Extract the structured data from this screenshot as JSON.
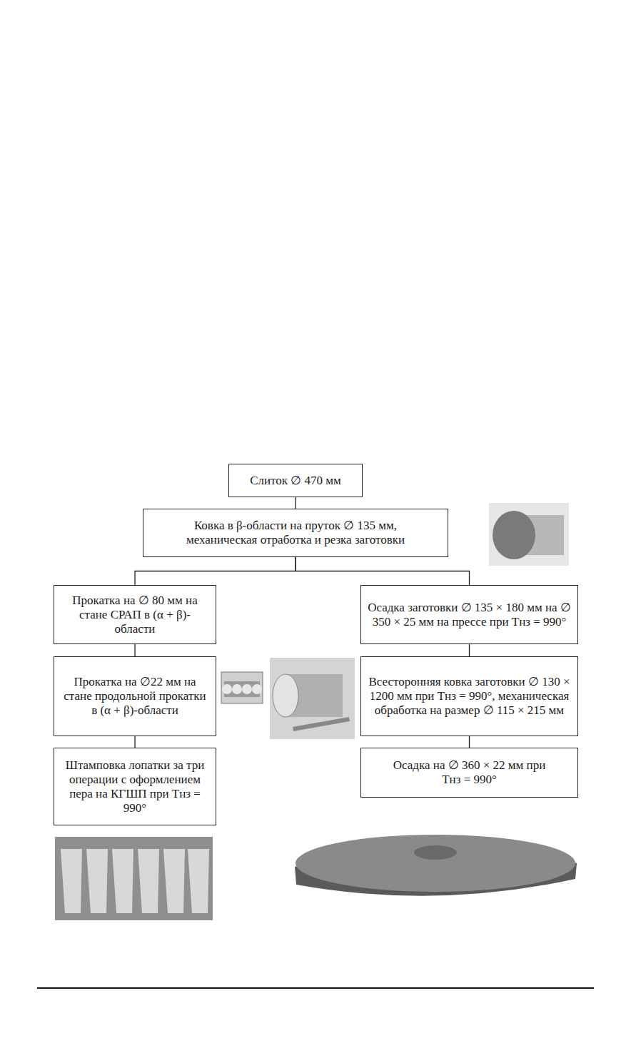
{
  "diagram": {
    "nodes": [
      {
        "text": [
          "Слиток ∅ 470 мм"
        ]
      },
      {
        "text": [
          "Ковка в β-области на пруток ∅ 135 мм, механическая отработка и резка заготовки"
        ]
      },
      {
        "text": [
          "Прокатка на ∅ 80 мм на стане СРАП в (α + β)-области"
        ]
      },
      {
        "text": [
          "Прокатка на ∅22 мм на стане продольной прокатки в (α + β)-области"
        ]
      },
      {
        "text": [
          "Штамповка лопатки за три операции с оформлением пера на КГШП при Tнз = 990°"
        ]
      },
      {
        "text": [
          "Осадка заготовки ∅ 135 × 180 мм на ∅ 350 × 25 мм на прессе при Tнз = 990°"
        ]
      },
      {
        "text": [
          "Всесторонняя ковка заготовки ∅ 130 × 1200 мм при Tнз = 990°, механическая обработка на размер ∅ 115 × 215 мм"
        ]
      },
      {
        "text": [
          "Осадка на ∅ 360 × 22 мм при Tнз = 990°"
        ]
      }
    ],
    "edges": [
      {
        "from": 0,
        "to": 1,
        "arrow": "none"
      },
      {
        "from": 1,
        "to": 2,
        "arrow": "none"
      },
      {
        "from": 1,
        "to": 5,
        "arrow": "none"
      },
      {
        "from": 2,
        "to": 3,
        "arrow": "none"
      },
      {
        "from": 3,
        "to": 4,
        "arrow": "none"
      },
      {
        "from": 5,
        "to": 6,
        "arrow": "none"
      },
      {
        "from": 6,
        "to": 7,
        "arrow": "none"
      }
    ]
  }
}
